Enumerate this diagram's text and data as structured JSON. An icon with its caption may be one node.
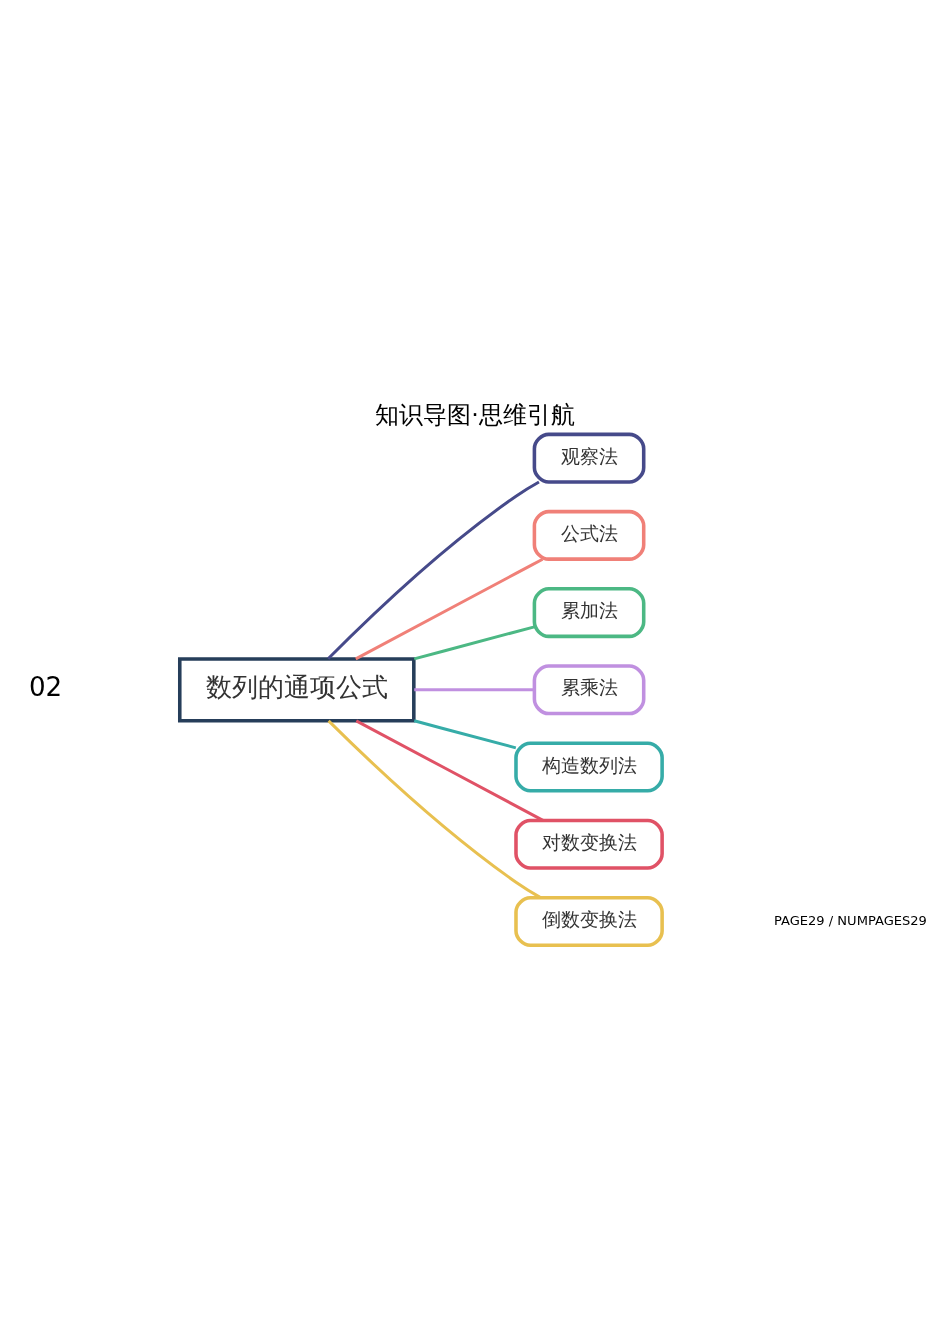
{
  "diagram": {
    "title": "知识导图·思维引航",
    "nodes": [
      {
        "text": [
          "数列的通项公式"
        ]
      },
      {
        "text": [
          "观察法"
        ]
      },
      {
        "text": [
          "公式法"
        ]
      },
      {
        "text": [
          "累加法"
        ]
      },
      {
        "text": [
          "累乘法"
        ]
      },
      {
        "text": [
          "构造数列法"
        ]
      },
      {
        "text": [
          "对数变换法"
        ]
      },
      {
        "text": [
          "倒数变换法"
        ]
      }
    ],
    "edges": [
      {
        "from": 0,
        "to": 1,
        "arrow": "none",
        "color": "#464a8a"
      },
      {
        "from": 0,
        "to": 2,
        "arrow": "none",
        "color": "#f08078"
      },
      {
        "from": 0,
        "to": 3,
        "arrow": "none",
        "color": "#4cb884"
      },
      {
        "from": 0,
        "to": 4,
        "arrow": "none",
        "color": "#c090e0"
      },
      {
        "from": 0,
        "to": 5,
        "arrow": "none",
        "color": "#36aca8"
      },
      {
        "from": 0,
        "to": 6,
        "arrow": "none",
        "color": "#e05266"
      },
      {
        "from": 0,
        "to": 7,
        "arrow": "none",
        "color": "#e8c050"
      }
    ],
    "labels": [
      "02",
      "PAGE29 / NUMPAGES29"
    ]
  }
}
